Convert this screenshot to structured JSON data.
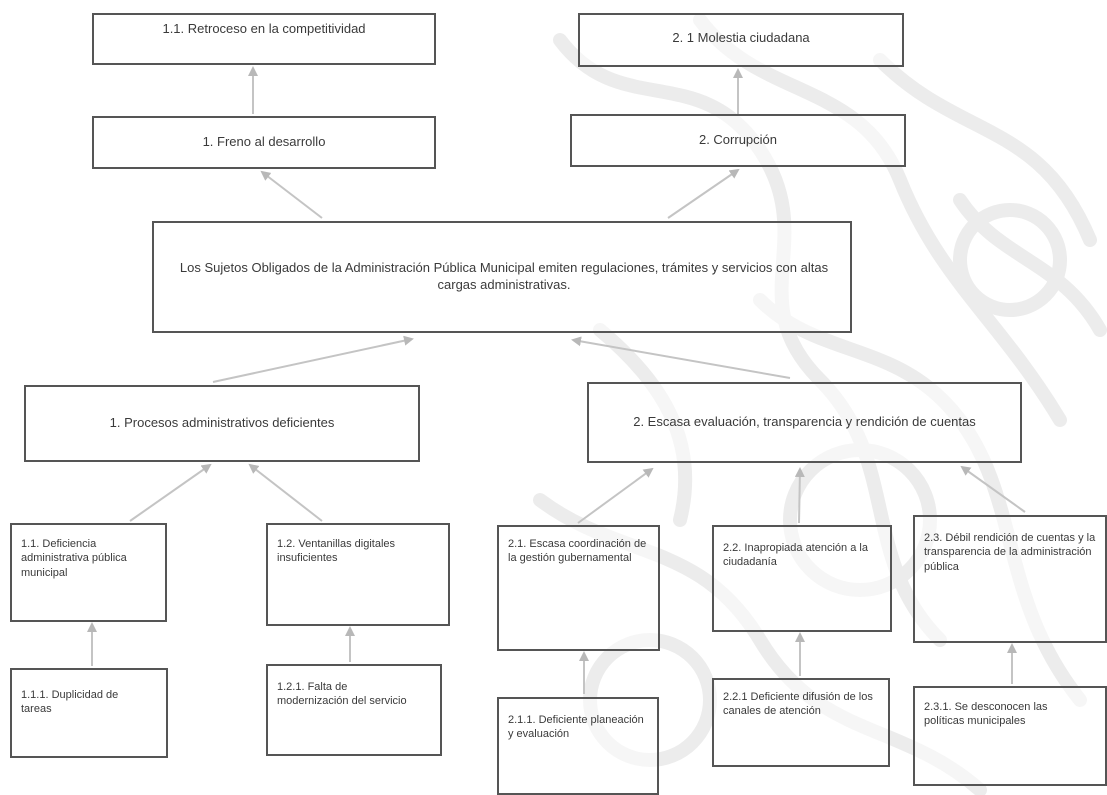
{
  "top": {
    "effect_1_1": "1.1. Retroceso en la competitividad",
    "effect_2_1": "2. 1 Molestia ciudadana",
    "effect_1": "1. Freno al desarrollo",
    "effect_2": "2. Corrupción"
  },
  "problem": "Los Sujetos Obligados de la Administración Pública Municipal emiten regulaciones, trámites y servicios con altas cargas administrativas.",
  "causes": {
    "c1": "1. Procesos administrativos deficientes",
    "c2": "2. Escasa evaluación, transparencia y rendición de cuentas"
  },
  "subcauses": {
    "c1_1": "1.1. Deficiencia administrativa pública municipal",
    "c1_2": "1.2. Ventanillas digitales insuficientes",
    "c2_1": "2.1. Escasa coordinación de la gestión gubernamental",
    "c2_2": "2.2. Inapropiada atención a la ciudadanía",
    "c2_3": "2.3. Débil rendición de cuentas y la transparencia de la administración pública"
  },
  "roots": {
    "r1_1_1": "1.1.1. Duplicidad de tareas",
    "r1_2_1": "1.2.1. Falta de modernización del servicio",
    "r2_1_1": "2.1.1. Deficiente planeación y evaluación",
    "r2_2_1": "2.2.1 Deficiente difusión de los canales de atención",
    "r2_3_1": "2.3.1. Se desconocen las políticas municipales"
  },
  "colors": {
    "border": "#555555",
    "arrow": "#b8b8b8",
    "watermark": "#ececec"
  }
}
